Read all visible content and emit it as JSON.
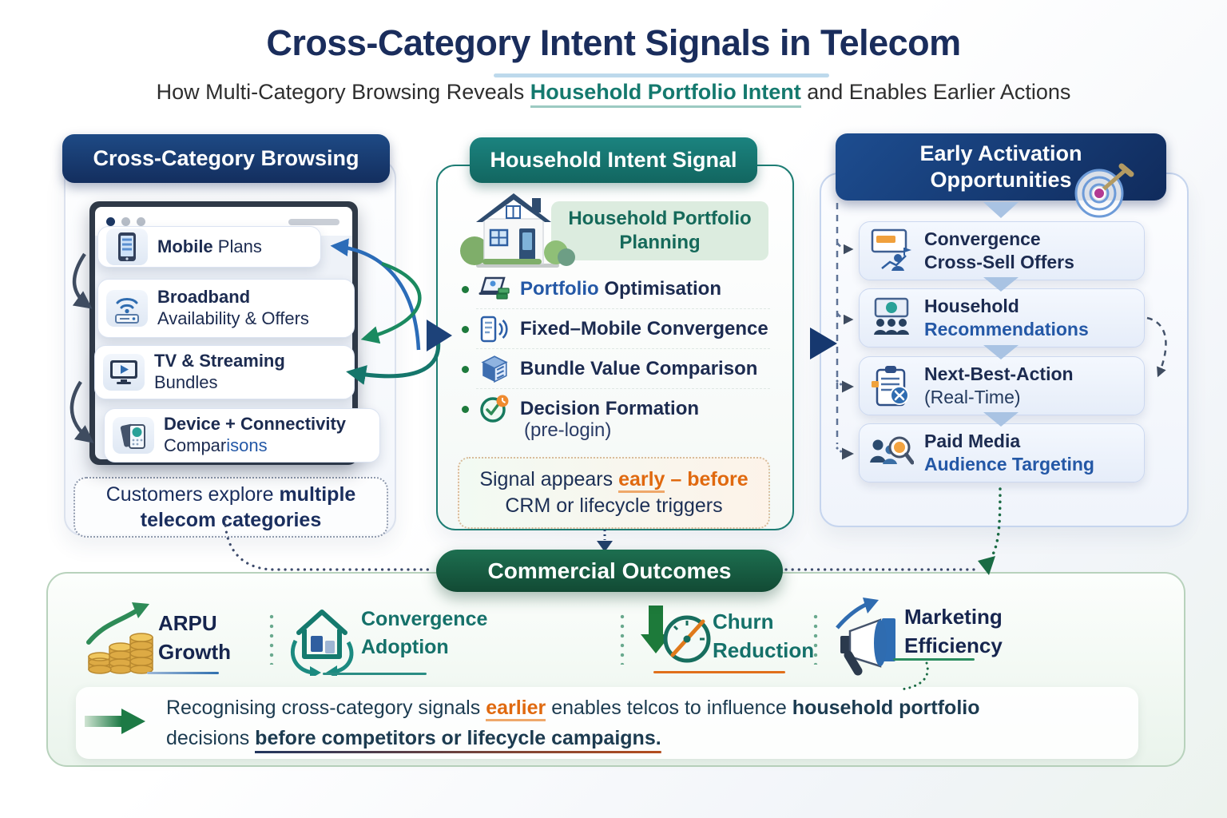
{
  "title": "Cross-Category Intent Signals in Telecom",
  "subtitle": {
    "pre": "How Multi-Category Browsing Reveals ",
    "highlight": "Household Portfolio Intent",
    "post": " and Enables Earlier Actions"
  },
  "colors": {
    "navy": "#15305f",
    "teal": "#15796f",
    "green": "#175c41",
    "orange": "#e0690f",
    "blue": "#2458a6"
  },
  "browsing": {
    "header": "Cross-Category Browsing",
    "items": [
      {
        "icon": "smartphone-icon",
        "bold": "Mobile",
        "rest": " Plans"
      },
      {
        "icon": "wifi-router-icon",
        "bold": "Broadband",
        "line2": "Availability & Offers"
      },
      {
        "icon": "tv-play-icon",
        "bold": "TV & Streaming",
        "line2": "Bundles"
      },
      {
        "icon": "devices-icon",
        "bold": "Device + Connectivity",
        "line2a": "Compar",
        "line2b": "isons"
      }
    ],
    "note_pre": "Customers explore ",
    "note_bold": "multiple telecom categories"
  },
  "intent": {
    "header": "Household Intent Signal",
    "label": "Household Portfolio Planning",
    "bullets": [
      {
        "icon": "laptop-money-icon",
        "a": "Portfolio",
        "b": " Optimisation"
      },
      {
        "icon": "phone-wave-icon",
        "text": "Fixed–Mobile Convergence"
      },
      {
        "icon": "bundle-cube-icon",
        "text": "Bundle Value Comparison"
      },
      {
        "icon": "decision-check-icon",
        "text": "Decision Formation",
        "sub": "(pre-login)"
      }
    ],
    "note": {
      "pre": "Signal appears ",
      "em": "early",
      "em2": " – before",
      "line2": "CRM or lifecycle triggers"
    }
  },
  "activation": {
    "header": "Early Activation Opportunities",
    "boxes": [
      {
        "icon": "offer-chart-icon",
        "l1": "Convergence",
        "l2": "Cross-Sell Offers"
      },
      {
        "icon": "household-group-icon",
        "l1": "Household",
        "l2": "Recommendations"
      },
      {
        "icon": "clipboard-action-icon",
        "l1": "Next-Best-Action",
        "l2": "(Real-Time)"
      },
      {
        "icon": "audience-search-icon",
        "l1": "Paid Media",
        "l2": "Audience Targeting"
      }
    ]
  },
  "outcomes": {
    "header": "Commercial Outcomes",
    "items": [
      {
        "icon": "coins-growth-icon",
        "l1": "ARPU",
        "l2": "Growth"
      },
      {
        "icon": "convergence-cycle-icon",
        "l1": "Convergence",
        "l2": "Adoption"
      },
      {
        "icon": "churn-gauge-icon",
        "l1": "Churn",
        "l2": "Reduction"
      },
      {
        "icon": "megaphone-chart-icon",
        "l1": "Marketing",
        "l2": "Efficiency"
      }
    ],
    "footnote": {
      "p1": "Recognising cross-category signals ",
      "em": "earlier",
      "p2": " enables telcos to influence ",
      "b1": "household portfolio",
      "p3": "decisions ",
      "b2": "before competitors or lifecycle campaigns."
    }
  }
}
